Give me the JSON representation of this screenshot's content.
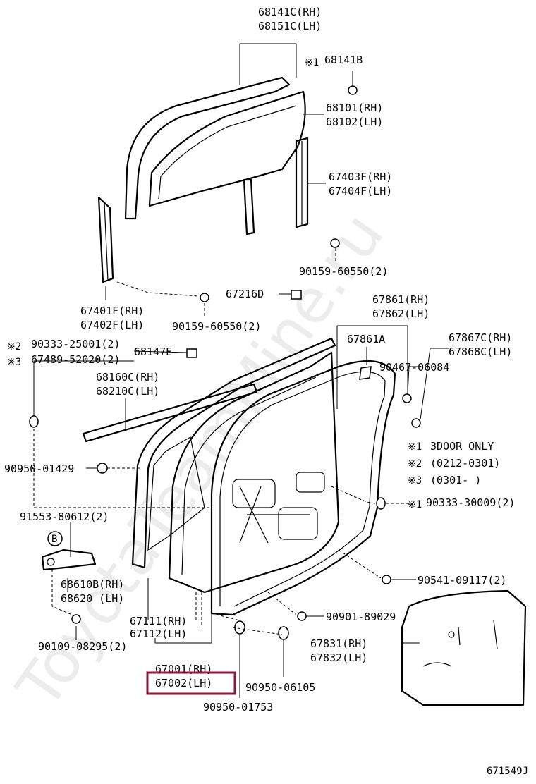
{
  "watermark": "ToyotaTeamMine.ru",
  "drawing_id": "671549J",
  "callouts": [
    {
      "id": "c1",
      "lines": [
        "68141C(RH)",
        "68151C(LH)"
      ]
    },
    {
      "id": "c2",
      "lines": [
        "68141B"
      ],
      "mark": "※1"
    },
    {
      "id": "c3",
      "lines": [
        "68101(RH)",
        "68102(LH)"
      ]
    },
    {
      "id": "c4",
      "lines": [
        "67403F(RH)",
        "67404F(LH)"
      ]
    },
    {
      "id": "c5",
      "lines": [
        "90159-60550(2)"
      ]
    },
    {
      "id": "c6",
      "lines": [
        "67216D"
      ]
    },
    {
      "id": "c7",
      "lines": [
        "67401F(RH)",
        "67402F(LH)"
      ]
    },
    {
      "id": "c8",
      "lines": [
        "90159-60550(2)"
      ]
    },
    {
      "id": "c9",
      "lines": [
        "67861(RH)",
        "67862(LH)"
      ]
    },
    {
      "id": "c10",
      "lines": [
        "67861A"
      ]
    },
    {
      "id": "c11",
      "lines": [
        "67867C(RH)",
        "67868C(LH)"
      ]
    },
    {
      "id": "c12",
      "lines": [
        "90467-06084"
      ]
    },
    {
      "id": "c13",
      "lines": [
        "90333-25001(2)"
      ],
      "mark": "※2"
    },
    {
      "id": "c14",
      "lines": [
        "67489-52020(2)"
      ],
      "mark": "※3"
    },
    {
      "id": "c15",
      "lines": [
        "68147E"
      ]
    },
    {
      "id": "c16",
      "lines": [
        "68160C(RH)",
        "68210C(LH)"
      ]
    },
    {
      "id": "c17",
      "lines": [
        "90950-01429"
      ]
    },
    {
      "id": "c18",
      "lines": [
        "91553-80612(2)"
      ]
    },
    {
      "id": "c19",
      "lines": [
        "90333-30009(2)"
      ],
      "mark": "※1"
    },
    {
      "id": "c20",
      "lines": [
        "68610B(RH)",
        "68620 (LH)"
      ]
    },
    {
      "id": "c21",
      "lines": [
        "90541-09117(2)"
      ]
    },
    {
      "id": "c22",
      "lines": [
        "67111(RH)",
        "67112(LH)"
      ]
    },
    {
      "id": "c23",
      "lines": [
        "90901-89029"
      ]
    },
    {
      "id": "c24",
      "lines": [
        "90109-08295(2)"
      ]
    },
    {
      "id": "c25",
      "lines": [
        "67831(RH)",
        "67832(LH)"
      ]
    },
    {
      "id": "c26",
      "lines": [
        "67001(RH)",
        "67002(LH)"
      ],
      "highlighted_line": "67002(LH)"
    },
    {
      "id": "c27",
      "lines": [
        "90950-06105"
      ]
    },
    {
      "id": "c28",
      "lines": [
        "90950-01753"
      ]
    }
  ],
  "notes": [
    {
      "mark": "※1",
      "text": "3DOOR ONLY"
    },
    {
      "mark": "※2",
      "text": "(0212-0301)"
    },
    {
      "mark": "※3",
      "text": "(0301-      )"
    }
  ],
  "detail_marker": "B"
}
